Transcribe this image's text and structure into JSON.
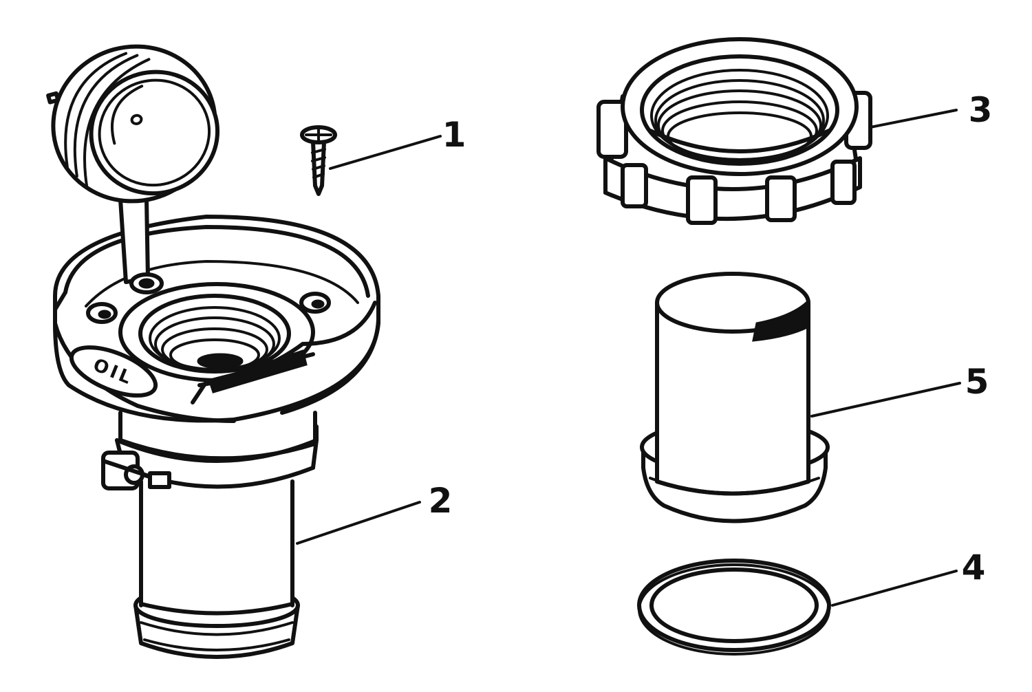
{
  "diagram": {
    "callouts": [
      {
        "id": "1",
        "label": "1",
        "part": "screw"
      },
      {
        "id": "2",
        "label": "2",
        "part": "oil-fill-fitting"
      },
      {
        "id": "3",
        "label": "3",
        "part": "nut"
      },
      {
        "id": "4",
        "label": "4",
        "part": "gasket"
      },
      {
        "id": "5",
        "label": "5",
        "part": "adapter"
      }
    ],
    "fitting_emboss_text": "OIL"
  }
}
